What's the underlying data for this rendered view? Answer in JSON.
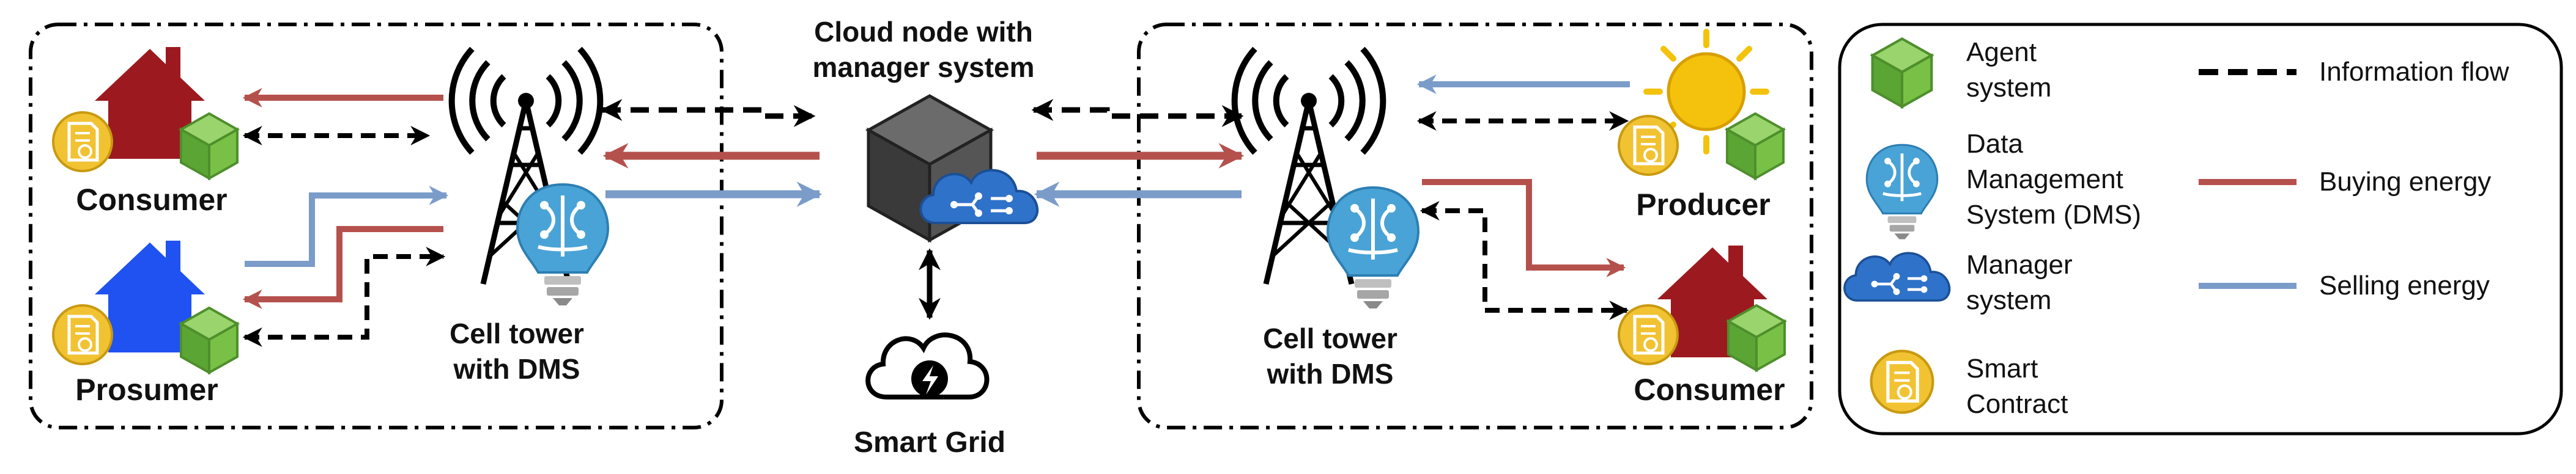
{
  "labels": {
    "cloud_line1": "Cloud node with",
    "cloud_line2": "manager system",
    "smart_grid": "Smart Grid",
    "left_consumer": "Consumer",
    "left_prosumer": "Prosumer",
    "left_tower_line1": "Cell tower",
    "left_tower_line2": "with DMS",
    "right_tower_line1": "Cell tower",
    "right_tower_line2": "with DMS",
    "right_producer": "Producer",
    "right_consumer": "Consumer"
  },
  "legend": {
    "agent_line1": "Agent",
    "agent_line2": "system",
    "dms_line1": "Data",
    "dms_line2": "Management",
    "dms_line3": "System (DMS)",
    "manager_line1": "Manager",
    "manager_line2": "system",
    "contract_line1": "Smart",
    "contract_line2": "Contract",
    "info_flow": "Information flow",
    "buying": "Buying energy",
    "selling": "Selling energy"
  },
  "icons": {
    "house": "house-icon",
    "cube": "agent-cube-icon",
    "contract": "smart-contract-icon",
    "tower": "cell-tower-icon",
    "dms": "brain-bulb-icon",
    "manager": "manager-cloud-icon",
    "server": "server-cube-icon",
    "grid": "lightning-cloud-icon",
    "sun": "sun-icon"
  },
  "colors": {
    "buying": "#b5514d",
    "selling": "#7b9cc9",
    "info": "#000000",
    "consumer_house": "#9c1a1f",
    "prosumer_house": "#1f52f0",
    "agent_cube": "#6fbf44",
    "contract": "#f1c232",
    "dms_blue": "#4aa3d6",
    "sun": "#f4c20d",
    "server": "#444444"
  }
}
